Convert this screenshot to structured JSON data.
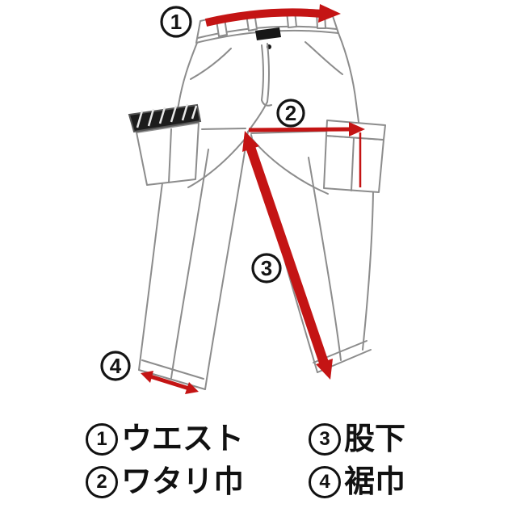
{
  "colors": {
    "arrow": "#c41414",
    "line": "#8c8c8c",
    "dark": "#171717",
    "text": "#111111"
  },
  "measurements": [
    {
      "number": "1",
      "label": "ウエスト"
    },
    {
      "number": "2",
      "label": "ワタリ巾"
    },
    {
      "number": "3",
      "label": "股下"
    },
    {
      "number": "4",
      "label": "裾巾"
    }
  ]
}
